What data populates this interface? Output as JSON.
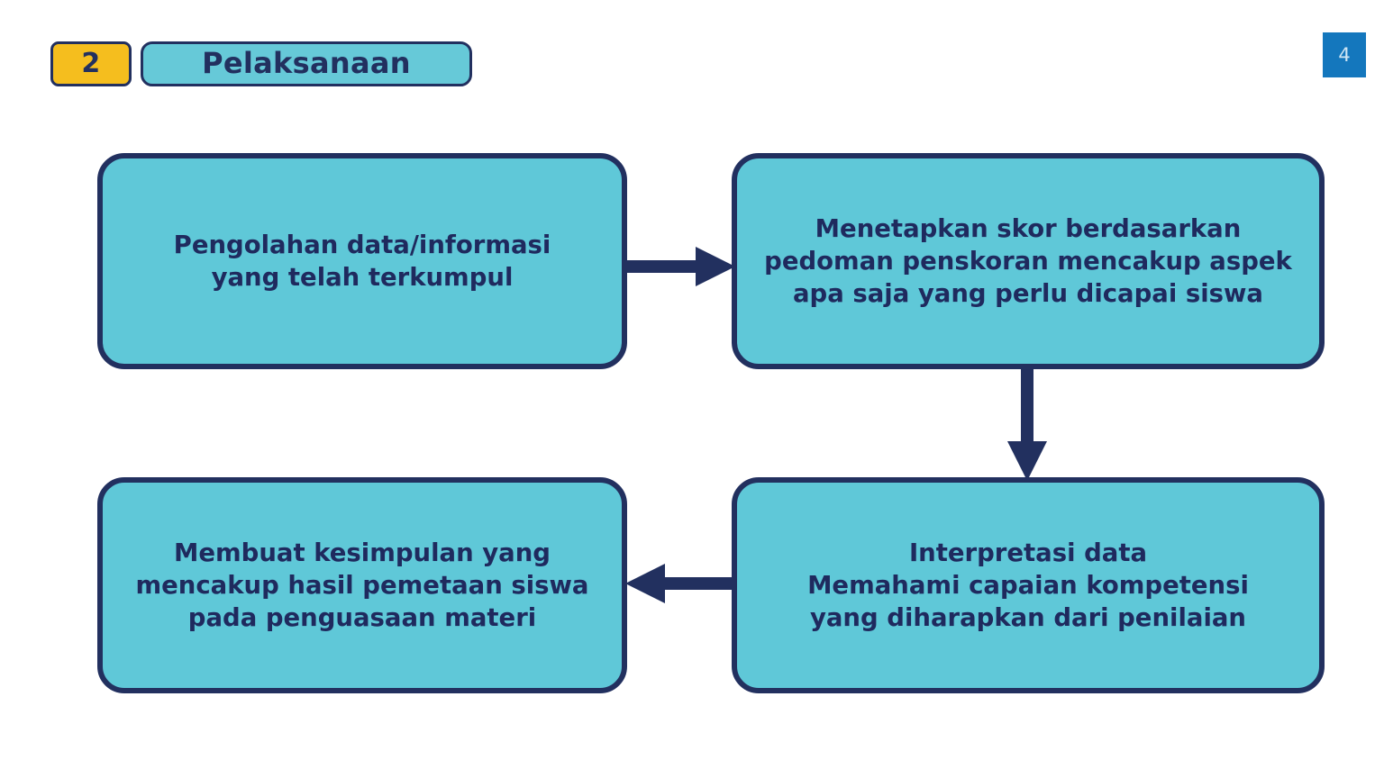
{
  "slide": {
    "background_color": "#ffffff",
    "page_number": "4",
    "page_badge_color": "#1477BD"
  },
  "header": {
    "step_number": "2",
    "step_badge_color": "#F5BE1E",
    "title": "Pelaksanaan",
    "title_pill_color": "#66C9D8",
    "outline_color": "#22305F"
  },
  "flow": {
    "box_fill_color": "#5FC8D8",
    "box_border_color": "#22305F",
    "text_color": "#1F2A5E",
    "boxes": [
      {
        "id": "box-1",
        "text": "Pengolahan data/informasi\nyang telah terkumpul"
      },
      {
        "id": "box-2",
        "text": "Menetapkan skor berdasarkan\npedoman penskoran mencakup aspek\napa saja yang perlu dicapai siswa"
      },
      {
        "id": "box-3",
        "text": "Interpretasi data\nMemahami capaian kompetensi\nyang diharapkan dari penilaian"
      },
      {
        "id": "box-4",
        "text": "Membuat kesimpulan yang\nmencakup hasil pemetaan siswa\npada penguasaan materi"
      }
    ],
    "arrows": [
      {
        "id": "arrow-1",
        "direction": "right",
        "from": "box-1",
        "to": "box-2"
      },
      {
        "id": "arrow-2",
        "direction": "down",
        "from": "box-2",
        "to": "box-3"
      },
      {
        "id": "arrow-3",
        "direction": "left",
        "from": "box-3",
        "to": "box-4"
      }
    ]
  }
}
